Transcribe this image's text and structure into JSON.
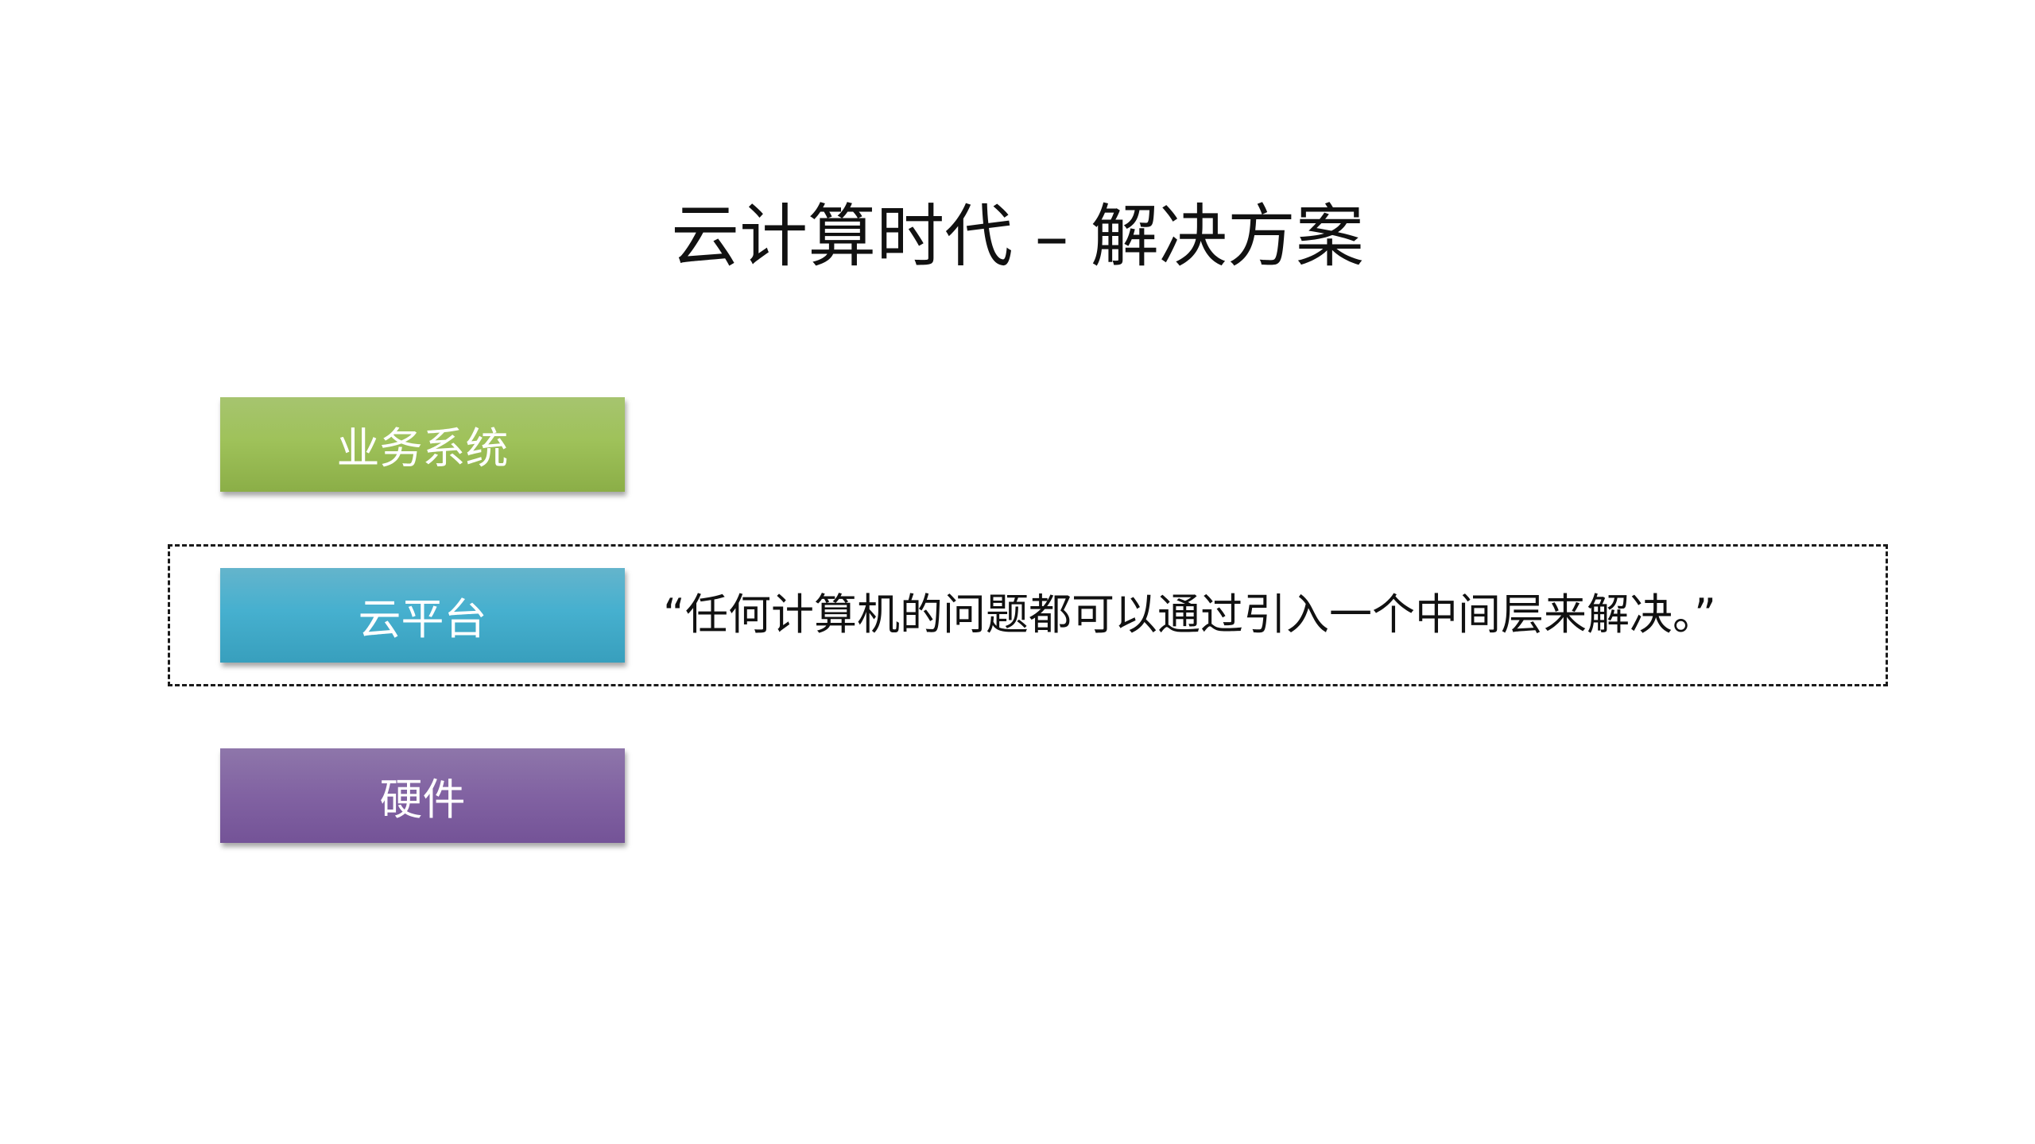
{
  "slide": {
    "title": "云计算时代 – 解决方案",
    "layers": [
      {
        "label": "业务系统",
        "color_top": "#a6c46f",
        "color_bottom": "#8bae47"
      },
      {
        "label": "云平台",
        "color_top": "#64b4cc",
        "color_bottom": "#389fbd"
      },
      {
        "label": "硬件",
        "color_top": "#8e76aa",
        "color_bottom": "#745397"
      }
    ],
    "highlight": {
      "quote": "“任何计算机的问题都可以通过引入一个中间层来解决。”",
      "border_style": "dashed"
    }
  }
}
